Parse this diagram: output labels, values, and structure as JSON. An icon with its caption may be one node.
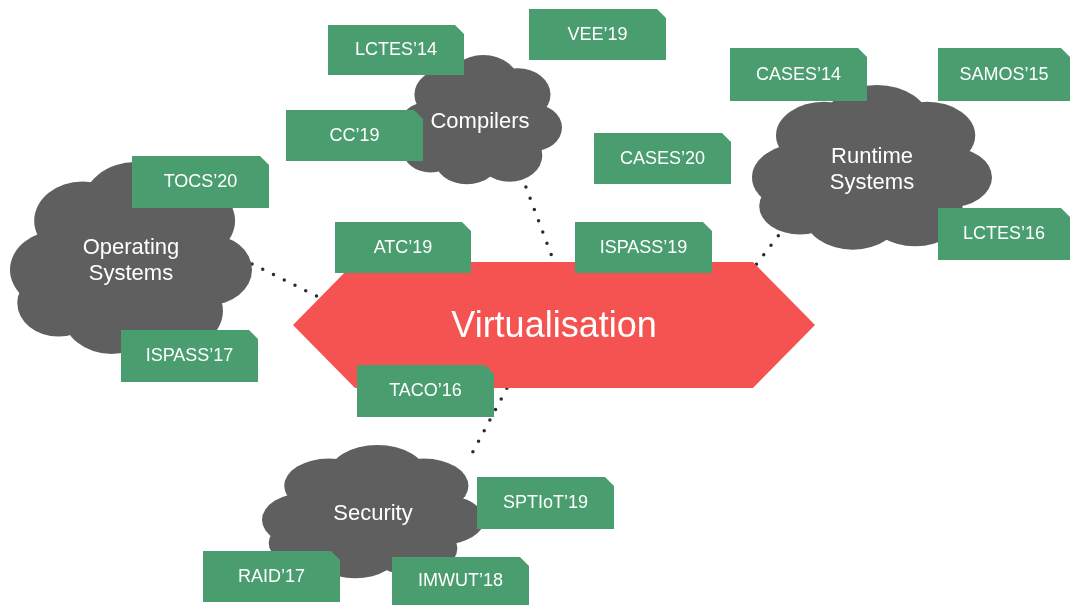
{
  "diagram": {
    "nodes": [
      {
        "text": [
          "Virtualisation"
        ]
      },
      {
        "text": [
          "Operating Systems"
        ]
      },
      {
        "text": [
          "Compilers"
        ]
      },
      {
        "text": [
          "Runtime Systems"
        ]
      },
      {
        "text": [
          "Security"
        ]
      },
      {
        "text": [
          "LCTES’14"
        ]
      },
      {
        "text": [
          "VEE’19"
        ]
      },
      {
        "text": [
          "CC’19"
        ]
      },
      {
        "text": [
          "CASES’20"
        ]
      },
      {
        "text": [
          "CASES’14"
        ]
      },
      {
        "text": [
          "SAMOS’15"
        ]
      },
      {
        "text": [
          "TOCS’20"
        ]
      },
      {
        "text": [
          "ATC’19"
        ]
      },
      {
        "text": [
          "ISPASS’19"
        ]
      },
      {
        "text": [
          "LCTES’16"
        ]
      },
      {
        "text": [
          "ISPASS’17"
        ]
      },
      {
        "text": [
          "TACO’16"
        ]
      },
      {
        "text": [
          "SPTIoT’19"
        ]
      },
      {
        "text": [
          "RAID’17"
        ]
      },
      {
        "text": [
          "IMWUT’18"
        ]
      }
    ],
    "edges": [
      {
        "from": 1,
        "to": 0,
        "arrow": "none"
      },
      {
        "from": 2,
        "to": 0,
        "arrow": "none"
      },
      {
        "from": 3,
        "to": 0,
        "arrow": "none"
      },
      {
        "from": 4,
        "to": 0,
        "arrow": "none"
      }
    ]
  }
}
